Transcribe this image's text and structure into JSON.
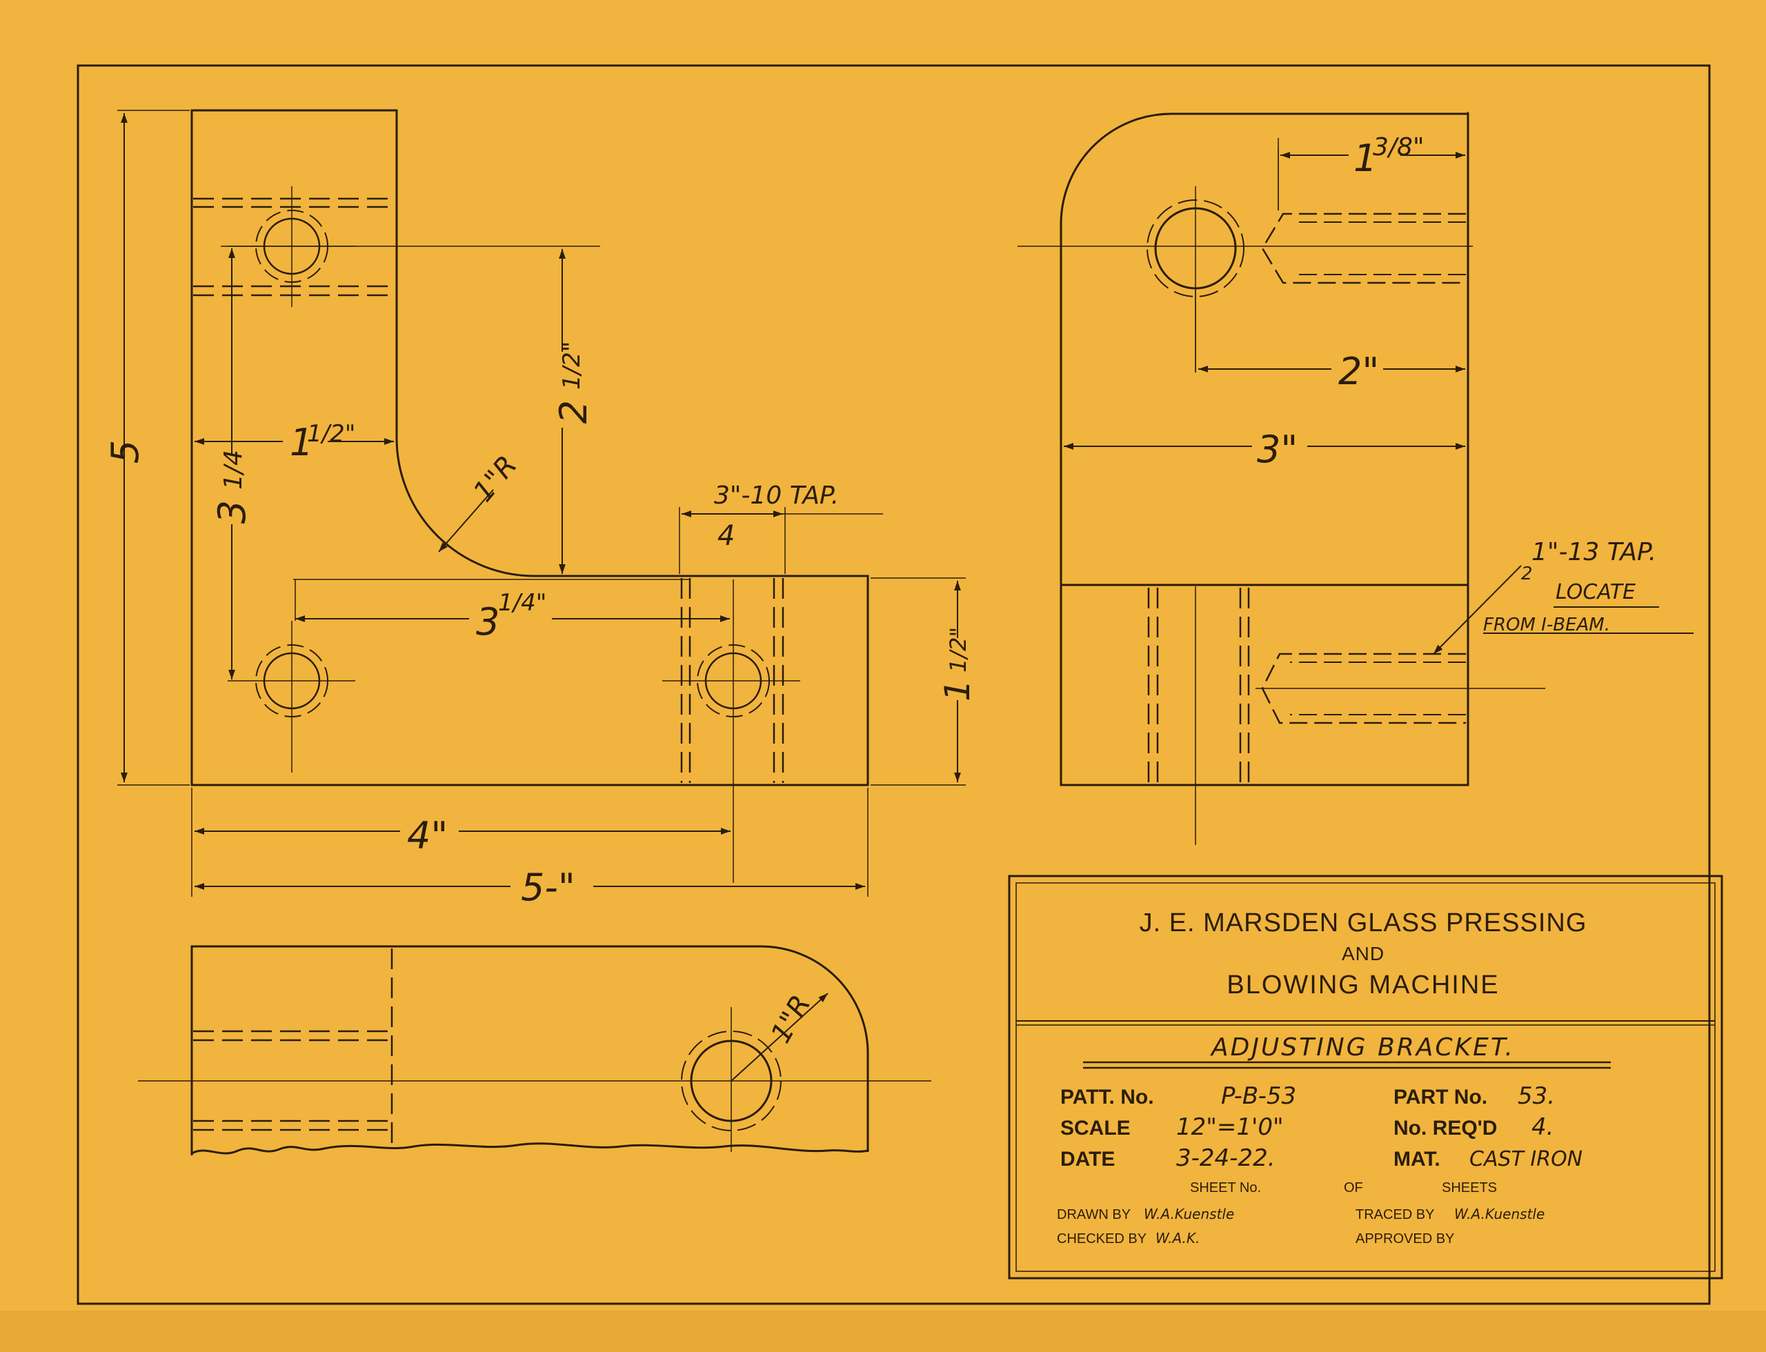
{
  "colors": {
    "paper": "#f1b43e",
    "ink": "#2a1d0c"
  },
  "dims": {
    "overall_height": "5",
    "hole_spacing_v": "3",
    "hole_spacing_v_frac": "1/4",
    "inner_width": "1",
    "inner_width_frac": "1/2\"",
    "slot_height": "2",
    "slot_height_frac": "1/2\"",
    "fillet_radius": "1\"R",
    "tap_top": "3\"-10 TAP.",
    "tap_top_denominator": "4",
    "hole_spacing_h": "3",
    "hole_spacing_h_frac": "1/4\"",
    "foot_height": "1",
    "foot_height_frac": "1/2\"",
    "bottom_4": "4\"",
    "bottom_5": "5-\"",
    "side_13_8": "1",
    "side_13_8_frac": "3/8\"",
    "side_2": "2\"",
    "side_3": "3\"",
    "tap_side_1": "1\"-13 TAP.",
    "tap_side_denominator": "2",
    "tap_side_2": "LOCATE",
    "tap_side_3": "FROM I-BEAM.",
    "plan_radius": "1\"R"
  },
  "title_block": {
    "line1": "J. E. MARSDEN GLASS PRESSING",
    "line2": "AND",
    "line3": "BLOWING MACHINE",
    "part_name": "ADJUSTING  BRACKET.",
    "patt_label": "PATT. No.",
    "patt_value": "P-B-53",
    "part_label": "PART No.",
    "part_value": "53.",
    "scale_label": "SCALE",
    "scale_value": "12\"=1'0\"",
    "req_label": "No. REQ'D",
    "req_value": "4.",
    "date_label": "DATE",
    "date_value": "3-24-22.",
    "mat_label": "MAT.",
    "mat_value": "CAST IRON",
    "sheet_label": "SHEET No.",
    "of_label": "OF",
    "sheets_label": "SHEETS",
    "drawn_label": "DRAWN BY",
    "drawn_value": "W.A.Kuenstle",
    "traced_label": "TRACED BY",
    "traced_value": "W.A.Kuenstle",
    "checked_label": "CHECKED BY",
    "checked_value": "W.A.K.",
    "approved_label": "APPROVED BY"
  }
}
